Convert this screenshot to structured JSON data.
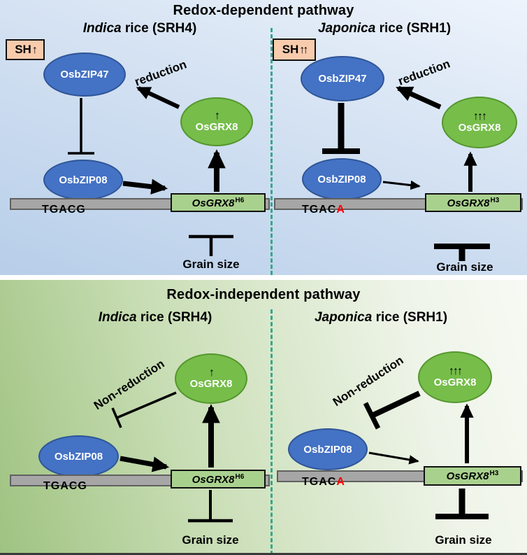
{
  "colors": {
    "blue": "#4472C4",
    "green": "#76BD4A",
    "gene_box": "#A9D18E",
    "dna_bar": "#A6A6A6",
    "sh_box": "#F8CBAD",
    "red": "#FF0000",
    "divider": "#35A78C"
  },
  "top": {
    "title": "Redox-dependent pathway",
    "left": {
      "genus": "Indica",
      "subtitle_rest": " rice (SRH4)",
      "sh": "SH",
      "sh_arrows": "↑",
      "tf_top": "OsbZIP47",
      "process": "reduction",
      "grx_arrows": "↑",
      "grx": "OsGRX8",
      "tf_bottom": "OsbZIP08",
      "motif": "TGACG",
      "motif_red": "",
      "gene": "OsGRX8",
      "gene_sup": "H6",
      "outcome": "Grain size"
    },
    "right": {
      "genus": "Japonica",
      "subtitle_rest": " rice (SRH1)",
      "sh": "SH",
      "sh_arrows": "↑↑",
      "tf_top": "OsbZIP47",
      "process": "reduction",
      "grx_arrows": "↑↑↑",
      "grx": "OsGRX8",
      "tf_bottom": "OsbZIP08",
      "motif": "TGAC",
      "motif_red": "A",
      "gene": "OsGRX8",
      "gene_sup": "H3",
      "outcome": "Grain size"
    }
  },
  "bottom": {
    "title": "Redox-independent pathway",
    "left": {
      "genus": "Indica",
      "subtitle_rest": " rice (SRH4)",
      "process": "Non-reduction",
      "grx_arrows": "↑",
      "grx": "OsGRX8",
      "tf": "OsbZIP08",
      "motif": "TGACG",
      "motif_red": "",
      "gene": "OsGRX8",
      "gene_sup": "H6",
      "outcome": "Grain size"
    },
    "right": {
      "genus": "Japonica",
      "subtitle_rest": " rice (SRH1)",
      "process": "Non-reduction",
      "grx_arrows": "↑↑↑",
      "grx": "OsGRX8",
      "tf": "OsbZIP08",
      "motif": "TGAC",
      "motif_red": "A",
      "gene": "OsGRX8",
      "gene_sup": "H3",
      "outcome": "Grain size"
    }
  }
}
